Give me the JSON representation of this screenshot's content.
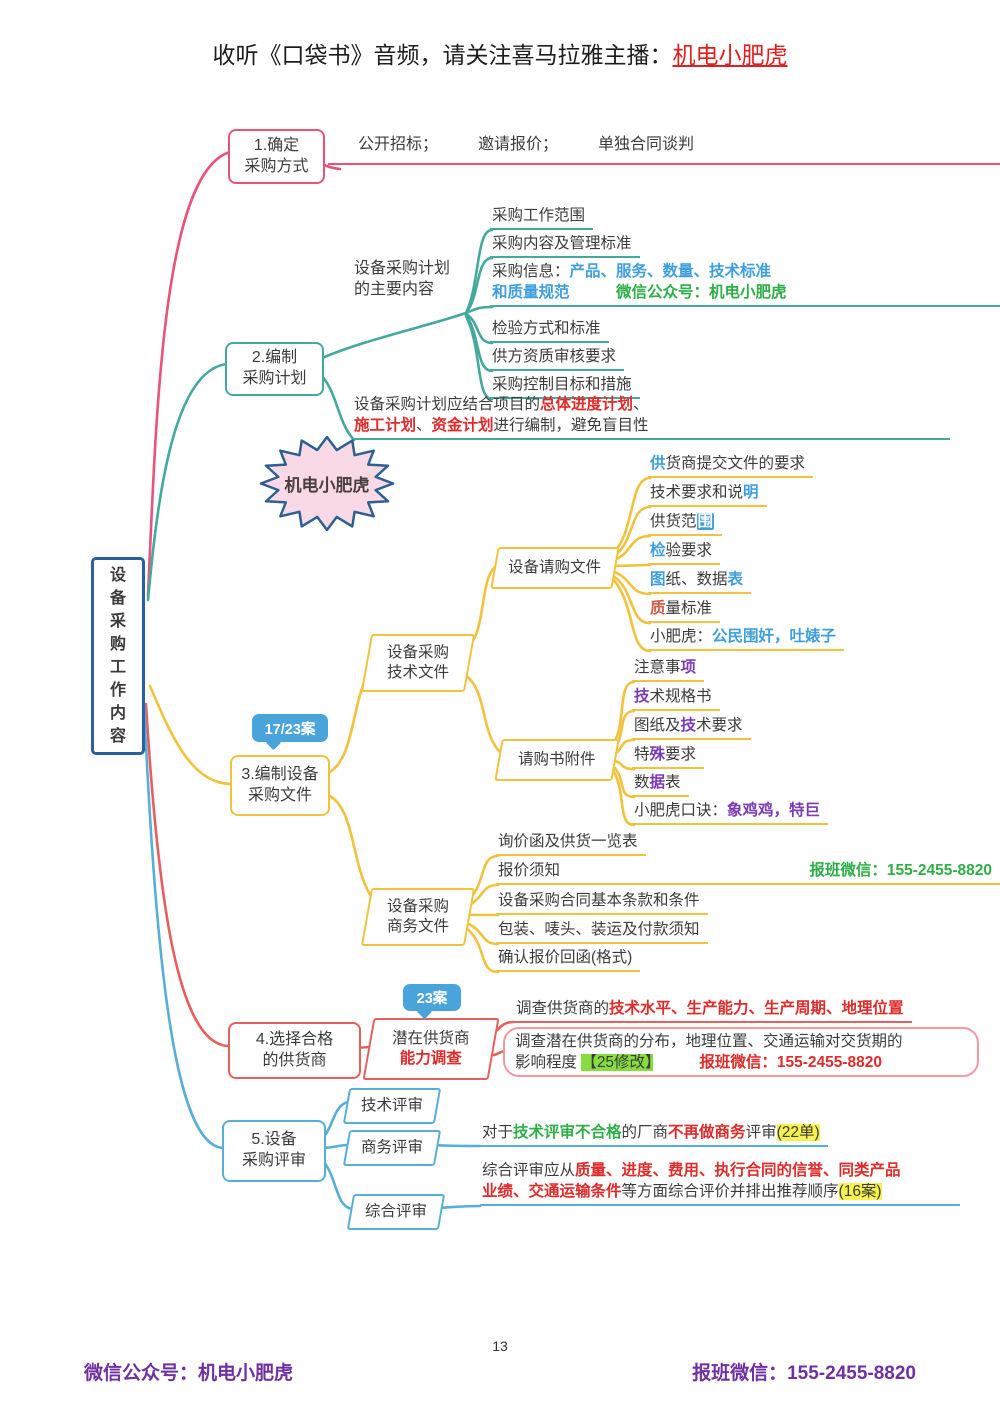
{
  "header": {
    "prefix": "收听《口袋书》音频，请关注喜马拉雅主播：",
    "highlight": "机电小肥虎"
  },
  "root": {
    "label": "设\n备\n采\n购\n工\n作\n内\n容"
  },
  "sticker": {
    "label": "机电小肥虎"
  },
  "b1": {
    "box": "1.确定\n采购方式",
    "methods": "公开招标；　　　邀请报价；　　　单独合同谈判"
  },
  "b2": {
    "box": "2.编制\n采购计划",
    "hub": "设备采购计划\n的主要内容",
    "leaves": [
      "采购工作范围",
      "采购内容及管理标准",
      "检验方式和标准",
      "供方资质审核要求",
      "采购控制目标和措施"
    ],
    "info_segments": [
      {
        "t": "采购信息："
      },
      {
        "t": "产品、服务、数量、技术标准",
        "c": "blue"
      },
      {
        "t": "\n"
      },
      {
        "t": "和质量规范",
        "c": "blue"
      },
      {
        "t": "　　　"
      },
      {
        "t": "微信公众号：机电小肥虎",
        "c": "greenbold"
      }
    ],
    "note_segments": [
      {
        "t": "设备采购计划应结合项目的"
      },
      {
        "t": "总体进度计划",
        "c": "redbold"
      },
      {
        "t": "、\n"
      },
      {
        "t": "施工计划",
        "c": "redbold"
      },
      {
        "t": "、"
      },
      {
        "t": "资金计划",
        "c": "redbold"
      },
      {
        "t": "进行编制，避免盲目性"
      }
    ]
  },
  "b3": {
    "box": "3.编制设备\n采购文件",
    "badge": "17/23案",
    "tech": {
      "node": "设备采购\n技术文件",
      "request": {
        "node": "设备请购文件",
        "items": [
          [
            {
              "t": "供",
              "c": "blue"
            },
            {
              "t": "货商提交文件的要求"
            }
          ],
          [
            {
              "t": "技术要求和说"
            },
            {
              "t": "明",
              "c": "blue"
            }
          ],
          [
            {
              "t": "供货范"
            },
            {
              "t": "围",
              "c": "bluehl"
            }
          ],
          [
            {
              "t": "检",
              "c": "blue"
            },
            {
              "t": "验要求"
            }
          ],
          [
            {
              "t": "图",
              "c": "blue"
            },
            {
              "t": "纸、数据"
            },
            {
              "t": "表",
              "c": "blue"
            }
          ],
          [
            {
              "t": "质",
              "c": "orange"
            },
            {
              "t": "量标准"
            }
          ],
          [
            {
              "t": "小肥虎："
            },
            {
              "t": "公民围奸，吐婊子",
              "c": "blue"
            }
          ]
        ]
      },
      "attachment": {
        "node": "请购书附件",
        "items": [
          [
            {
              "t": "注意事"
            },
            {
              "t": "项",
              "c": "purple"
            }
          ],
          [
            {
              "t": "技",
              "c": "purple"
            },
            {
              "t": "术规格书"
            }
          ],
          [
            {
              "t": "图纸及"
            },
            {
              "t": "技",
              "c": "purple"
            },
            {
              "t": "术要求"
            }
          ],
          [
            {
              "t": "特"
            },
            {
              "t": "殊",
              "c": "purple"
            },
            {
              "t": "要求"
            }
          ],
          [
            {
              "t": "数"
            },
            {
              "t": "据",
              "c": "purple"
            },
            {
              "t": "表"
            }
          ],
          [
            {
              "t": "小肥虎口诀："
            },
            {
              "t": "象鸡鸡，特巨",
              "c": "purple"
            }
          ]
        ]
      }
    },
    "biz": {
      "node": "设备采购\n商务文件",
      "quote_label": "报价须知",
      "quote_contact": "报班微信：155-2455-8820",
      "items": [
        "询价函及供货一览表",
        "设备采购合同基本条款和条件",
        "包装、唛头、装运及付款须知",
        "确认报价回函(格式)"
      ]
    }
  },
  "b4": {
    "box": "4.选择合格\n的供货商",
    "badge": "23案",
    "node_segments": [
      {
        "t": "潜在供货商\n"
      },
      {
        "t": "能力调查",
        "c": "redbold"
      }
    ],
    "survey_segments": [
      {
        "t": "调查供货商的"
      },
      {
        "t": "技术水平、生产能力、生产周期、地理位置",
        "c": "redbold"
      }
    ],
    "bubble_segments": [
      {
        "t": "调查潜在供货商的分布，地理位置、交通运输对交货期的\n影响程度 "
      },
      {
        "t": "【25修改】",
        "c": "greenhl"
      },
      {
        "t": "　　　"
      },
      {
        "t": "报班微信：155-2455-8820",
        "c": "redbold"
      }
    ]
  },
  "b5": {
    "box": "5.设备\n采购评审",
    "nodes": [
      "技术评审",
      "商务评审",
      "综合评审"
    ],
    "business_segments": [
      {
        "t": "对于"
      },
      {
        "t": "技术评审不合格",
        "c": "greenbold"
      },
      {
        "t": "的厂商"
      },
      {
        "t": "不再做商务",
        "c": "redbold"
      },
      {
        "t": "评审"
      },
      {
        "t": "(22单)",
        "c": "yellowhl"
      }
    ],
    "comprehensive_segments": [
      {
        "t": "综合评审应从"
      },
      {
        "t": "质量、进度、费用、执行合同的信誉、同类产品\n业绩、交通运输条件",
        "c": "redbold"
      },
      {
        "t": "等方面综合评价并排出推荐顺序"
      },
      {
        "t": "(16案)",
        "c": "yellowhl"
      }
    ]
  },
  "footer": {
    "page": "13",
    "left": "微信公众号：机电小肥虎",
    "right": "报班微信：155-2455-8820"
  },
  "colors": {
    "branch1_pink": "#e8537a",
    "branch2_teal": "#45a89e",
    "branch3_yellow": "#f0c23e",
    "branch4_red": "#e4605f",
    "branch5_blue": "#58aed6",
    "badge_blue": "#49a4dc",
    "text_blue": "#3d9fdf",
    "text_green": "#2eae49",
    "text_red": "#e02b2b",
    "text_purple": "#7a3bb5",
    "footer_purple": "#7030a0",
    "root_border": "#2b5f9e"
  }
}
